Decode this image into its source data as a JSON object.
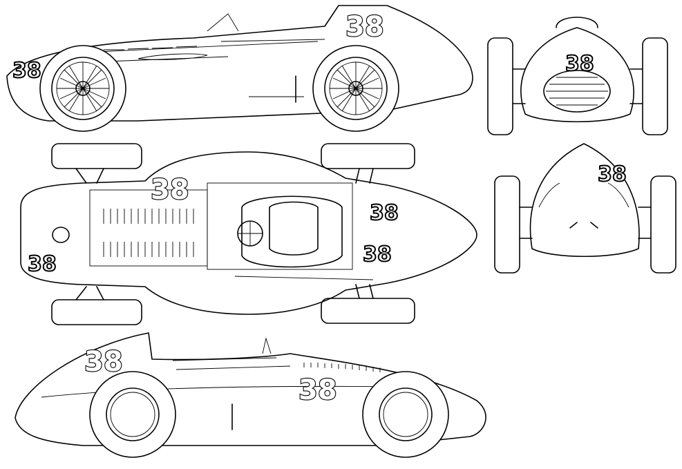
{
  "drawing": {
    "car_number": "38",
    "views": [
      "side-view-right",
      "top-view",
      "front-view",
      "rear-view",
      "side-view-left"
    ]
  }
}
